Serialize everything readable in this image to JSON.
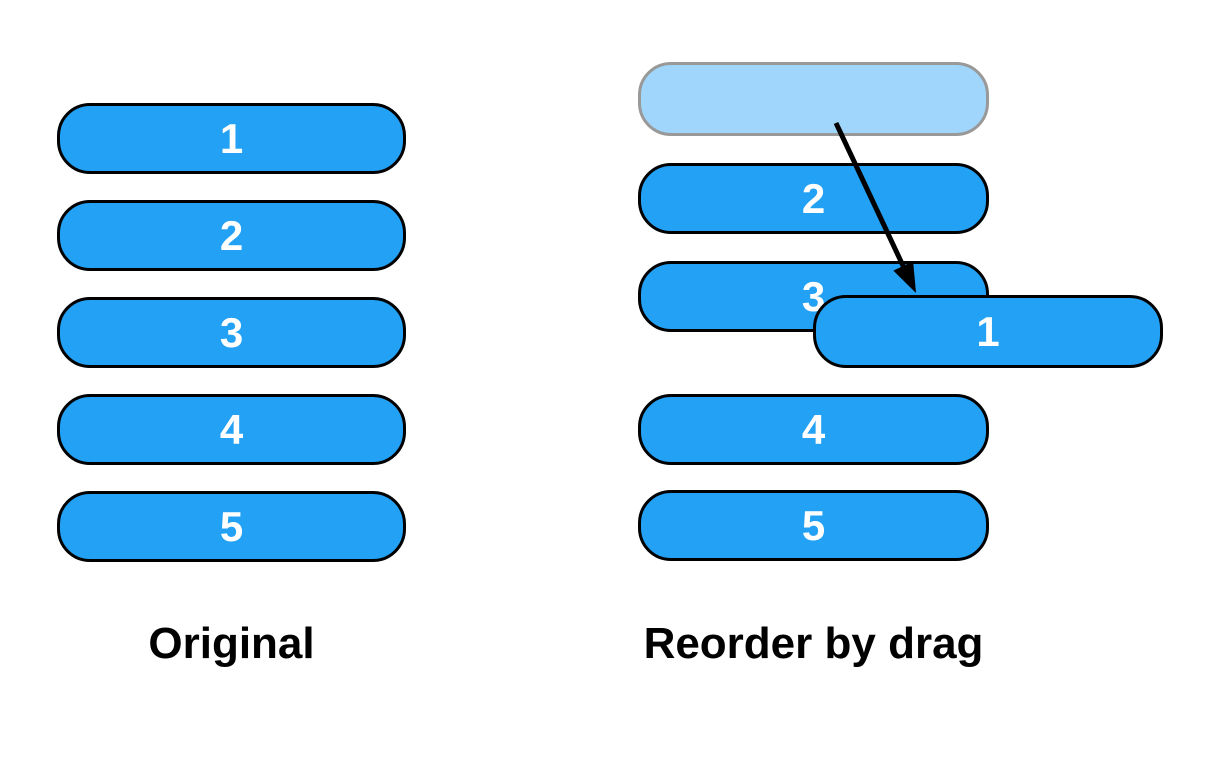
{
  "colors": {
    "background": "#ffffff",
    "bar_fill": "#23a1f5",
    "bar_border": "#000000",
    "bar_label": "#ffffff",
    "ghost_fill": "#a0d6fb",
    "ghost_border": "#999999",
    "arrow": "#000000",
    "caption_text": "#000000"
  },
  "original": {
    "caption": "Original",
    "items": [
      {
        "label": "1"
      },
      {
        "label": "2"
      },
      {
        "label": "3"
      },
      {
        "label": "4"
      },
      {
        "label": "5"
      }
    ]
  },
  "reorder": {
    "caption": "Reorder by drag",
    "placeholder_label": "",
    "items": [
      {
        "label": "2"
      },
      {
        "label": "3"
      },
      {
        "label": "4"
      },
      {
        "label": "5"
      }
    ],
    "dragged_label": "1"
  }
}
